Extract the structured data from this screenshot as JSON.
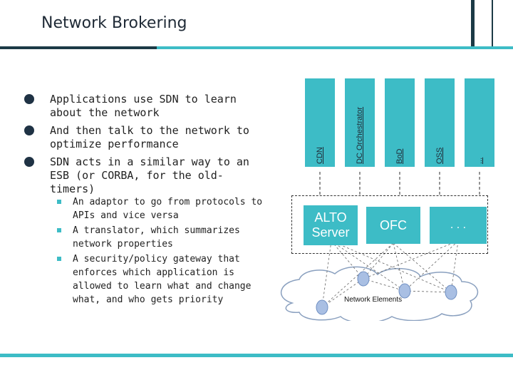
{
  "title": "Network Brokering",
  "bullets": [
    "Applications use SDN to learn about the network",
    "And then talk to the network to optimize performance",
    "SDN acts in a similar way to an ESB (or CORBA, for the old-timers)"
  ],
  "sub_bullets": [
    "An adaptor to go from protocols to APIs and vice versa",
    "A translator, which summarizes network properties",
    "A security/policy gateway that enforces which application is allowed to learn what and change what, and who gets priority"
  ],
  "apps": [
    "CDN",
    "DC Orchestrator",
    "BoD",
    "OSS",
    "..."
  ],
  "controllers": {
    "alto": "ALTO Server",
    "ofc": "OFC",
    "more": ". . ."
  },
  "network_label": "Network Elements",
  "colors": {
    "accent": "#3dbcc6",
    "dark": "#1c3a46",
    "node": "#a9bfe3"
  }
}
